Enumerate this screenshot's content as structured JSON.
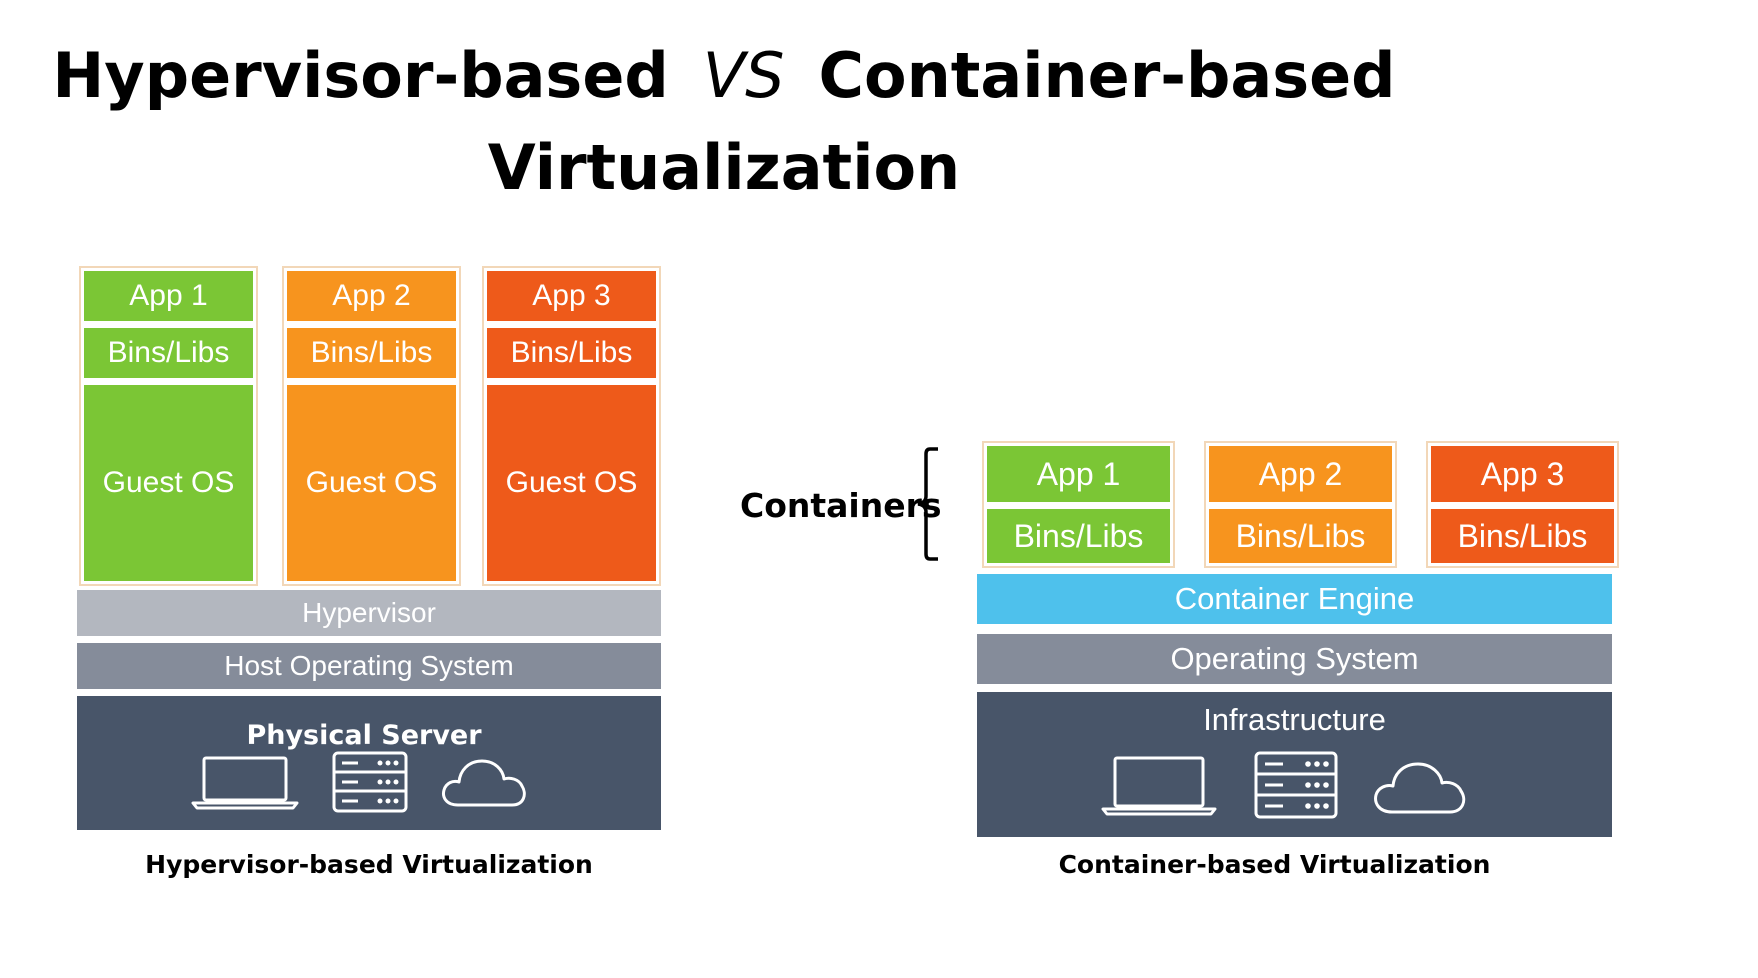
{
  "title": {
    "left": "Hypervisor-based",
    "vs": "VS",
    "right": "Container-based",
    "line2": "Virtualization"
  },
  "hypervisor_diagram": {
    "apps": [
      {
        "app": "App 1",
        "libs": "Bins/Libs",
        "os": "Guest OS",
        "color": "#7bc635"
      },
      {
        "app": "App 2",
        "libs": "Bins/Libs",
        "os": "Guest OS",
        "color": "#f7941e"
      },
      {
        "app": "App 3",
        "libs": "Bins/Libs",
        "os": "Guest OS",
        "color": "#ee5a1a"
      }
    ],
    "hypervisor": "Hypervisor",
    "host_os": "Host Operating System",
    "physical_server": "Physical Server",
    "icons": [
      "laptop-icon",
      "server-icon",
      "cloud-icon"
    ],
    "caption": "Hypervisor-based Virtualization"
  },
  "container_diagram": {
    "containers_label": "Containers",
    "apps": [
      {
        "app": "App 1",
        "libs": "Bins/Libs",
        "color": "#7bc635"
      },
      {
        "app": "App 2",
        "libs": "Bins/Libs",
        "color": "#f7941e"
      },
      {
        "app": "App 3",
        "libs": "Bins/Libs",
        "color": "#ee5a1a"
      }
    ],
    "engine": "Container Engine",
    "os": "Operating System",
    "infrastructure": "Infrastructure",
    "icons": [
      "laptop-icon",
      "server-icon",
      "cloud-icon"
    ],
    "caption": "Container-based Virtualization"
  },
  "colors": {
    "green": "#7bc635",
    "orange": "#f7941e",
    "red": "#ee5a1a",
    "hypervisor_gray": "#b3b7bf",
    "os_gray": "#858c9a",
    "navy": "#485569",
    "engine_cyan": "#4ec1ec"
  }
}
